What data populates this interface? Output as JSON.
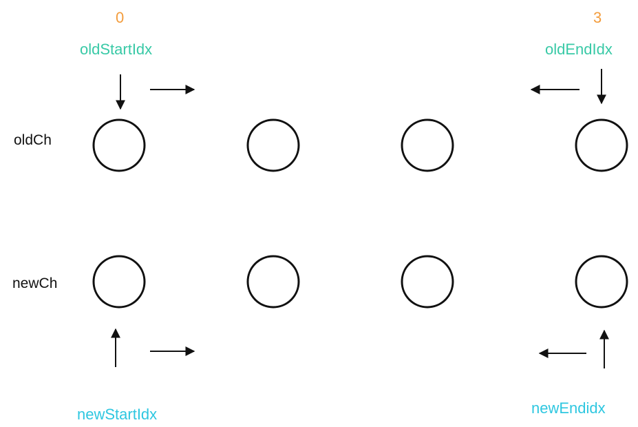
{
  "indices": {
    "start": "0",
    "end": "3"
  },
  "pointers": {
    "old_start": "oldStartIdx",
    "old_end": "oldEndIdx",
    "new_start": "newStartIdx",
    "new_end": "newEndidx"
  },
  "rows": {
    "old": "oldCh",
    "new": "newCh"
  },
  "node_count": 4,
  "colors": {
    "index": "#f39c3c",
    "old_pointer": "#38c9a6",
    "new_pointer": "#2ec7e0",
    "stroke": "#111111"
  }
}
